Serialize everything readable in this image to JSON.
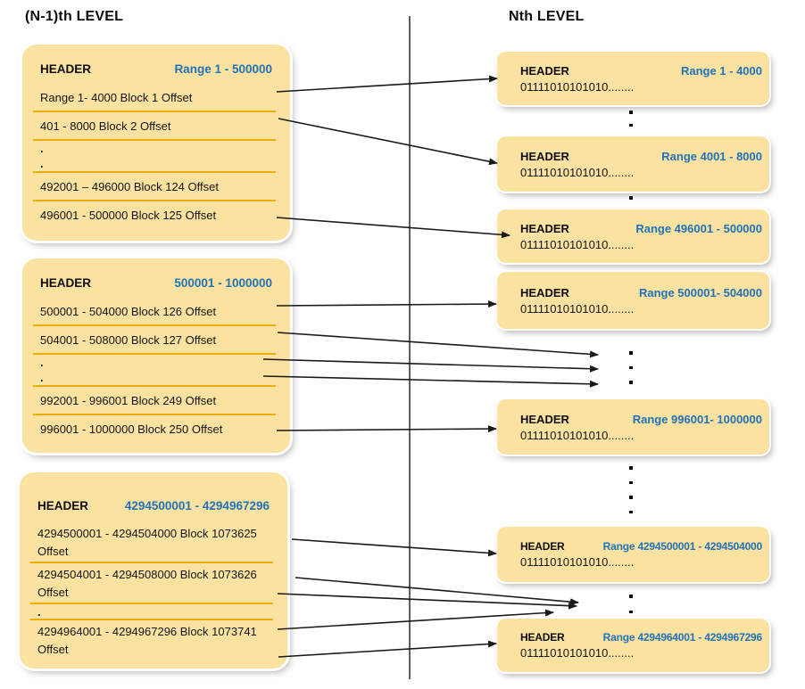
{
  "left_panel": {
    "title": "(N-1)th LEVEL",
    "blocks": [
      {
        "header": "HEADER",
        "range": "Range 1 - 500000",
        "rows": [
          "Range 1- 4000 Block 1 Offset",
          "401 - 8000 Block 2 Offset",
          ".",
          ".",
          "492001 – 496000 Block 124 Offset",
          "496001 - 500000 Block 125 Offset"
        ]
      },
      {
        "header": "HEADER",
        "range": "500001 - 1000000",
        "rows": [
          "500001 - 504000  Block 126 Offset",
          "504001 - 508000  Block 127 Offset",
          ".",
          ".",
          "992001 - 996001 Block 249 Offset",
          "996001 - 1000000 Block 250 Offset"
        ]
      },
      {
        "header": "HEADER",
        "range": "4294500001 - 4294967296",
        "rows": [
          "4294500001 - 4294504000  Block 1073625 Offset",
          "4294504001 - 4294508000  Block 1073626 Offset",
          ".",
          "4294964001 - 4294967296 Block 1073741 Offset"
        ]
      }
    ]
  },
  "right_panel": {
    "title": "Nth LEVEL",
    "blocks": [
      {
        "header": "HEADER",
        "range": "Range 1 - 4000",
        "bits": "01111010101010........"
      },
      {
        "header": "HEADER",
        "range": "Range 4001 - 8000",
        "bits": "01111010101010........"
      },
      {
        "header": "HEADER",
        "range": "Range 496001 - 500000",
        "bits": "01111010101010........"
      },
      {
        "header": "HEADER",
        "range": "Range 500001- 504000",
        "bits": "01111010101010........"
      },
      {
        "header": "HEADER",
        "range": "Range 996001- 1000000",
        "bits": "01111010101010........"
      },
      {
        "header": "HEADER",
        "range": "Range 4294500001 - 4294504000",
        "bits": "01111010101010........"
      },
      {
        "header": "HEADER",
        "range": "Range 4294964001 - 4294967296",
        "bits": "01111010101010........"
      }
    ]
  },
  "colors": {
    "box_fill": "#fbe2a1",
    "row_separator": "#f0af00",
    "range_blue": "#2272b9",
    "line_black": "#1a1a1a"
  }
}
